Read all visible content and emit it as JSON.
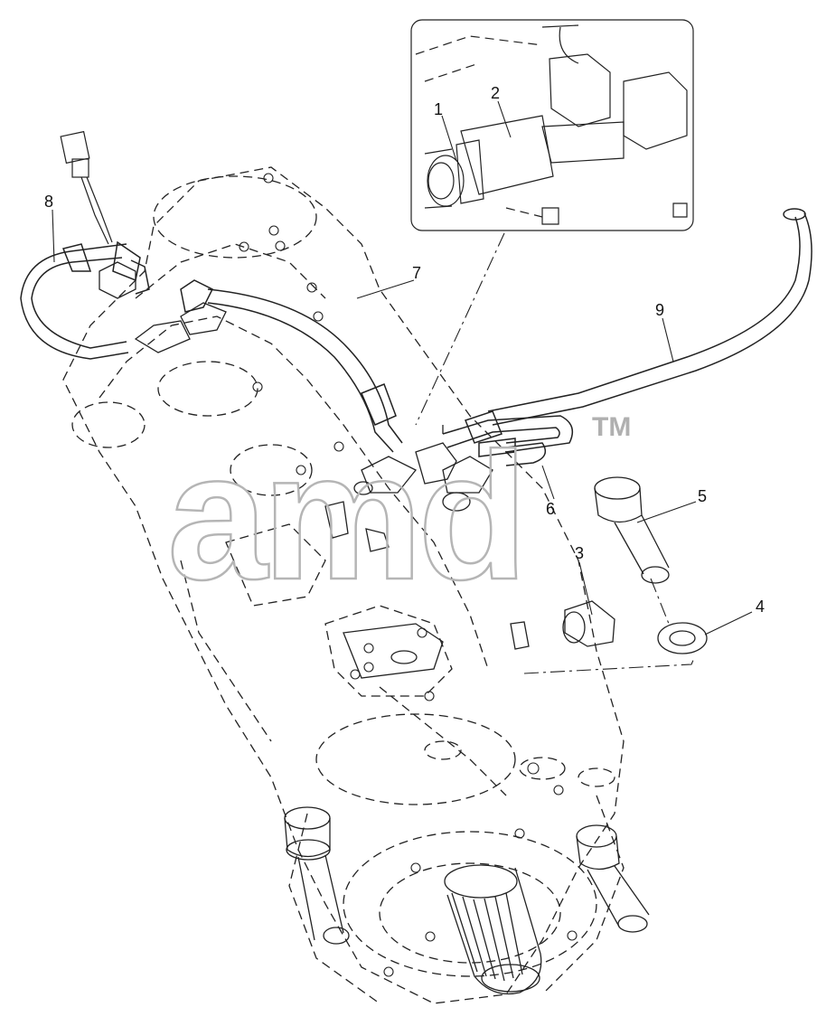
{
  "diagram": {
    "callouts": [
      {
        "id": "1",
        "label": "1"
      },
      {
        "id": "2",
        "label": "2"
      },
      {
        "id": "3",
        "label": "3"
      },
      {
        "id": "4",
        "label": "4"
      },
      {
        "id": "5",
        "label": "5"
      },
      {
        "id": "6",
        "label": "6"
      },
      {
        "id": "7",
        "label": "7"
      },
      {
        "id": "8",
        "label": "8"
      },
      {
        "id": "9",
        "label": "9"
      }
    ],
    "watermark": {
      "text": "amd",
      "tm": "TM"
    },
    "colors": {
      "line": "#1a1a1a",
      "dash": "#333333",
      "watermark": "#bdbdbd",
      "background": "#ffffff"
    }
  }
}
